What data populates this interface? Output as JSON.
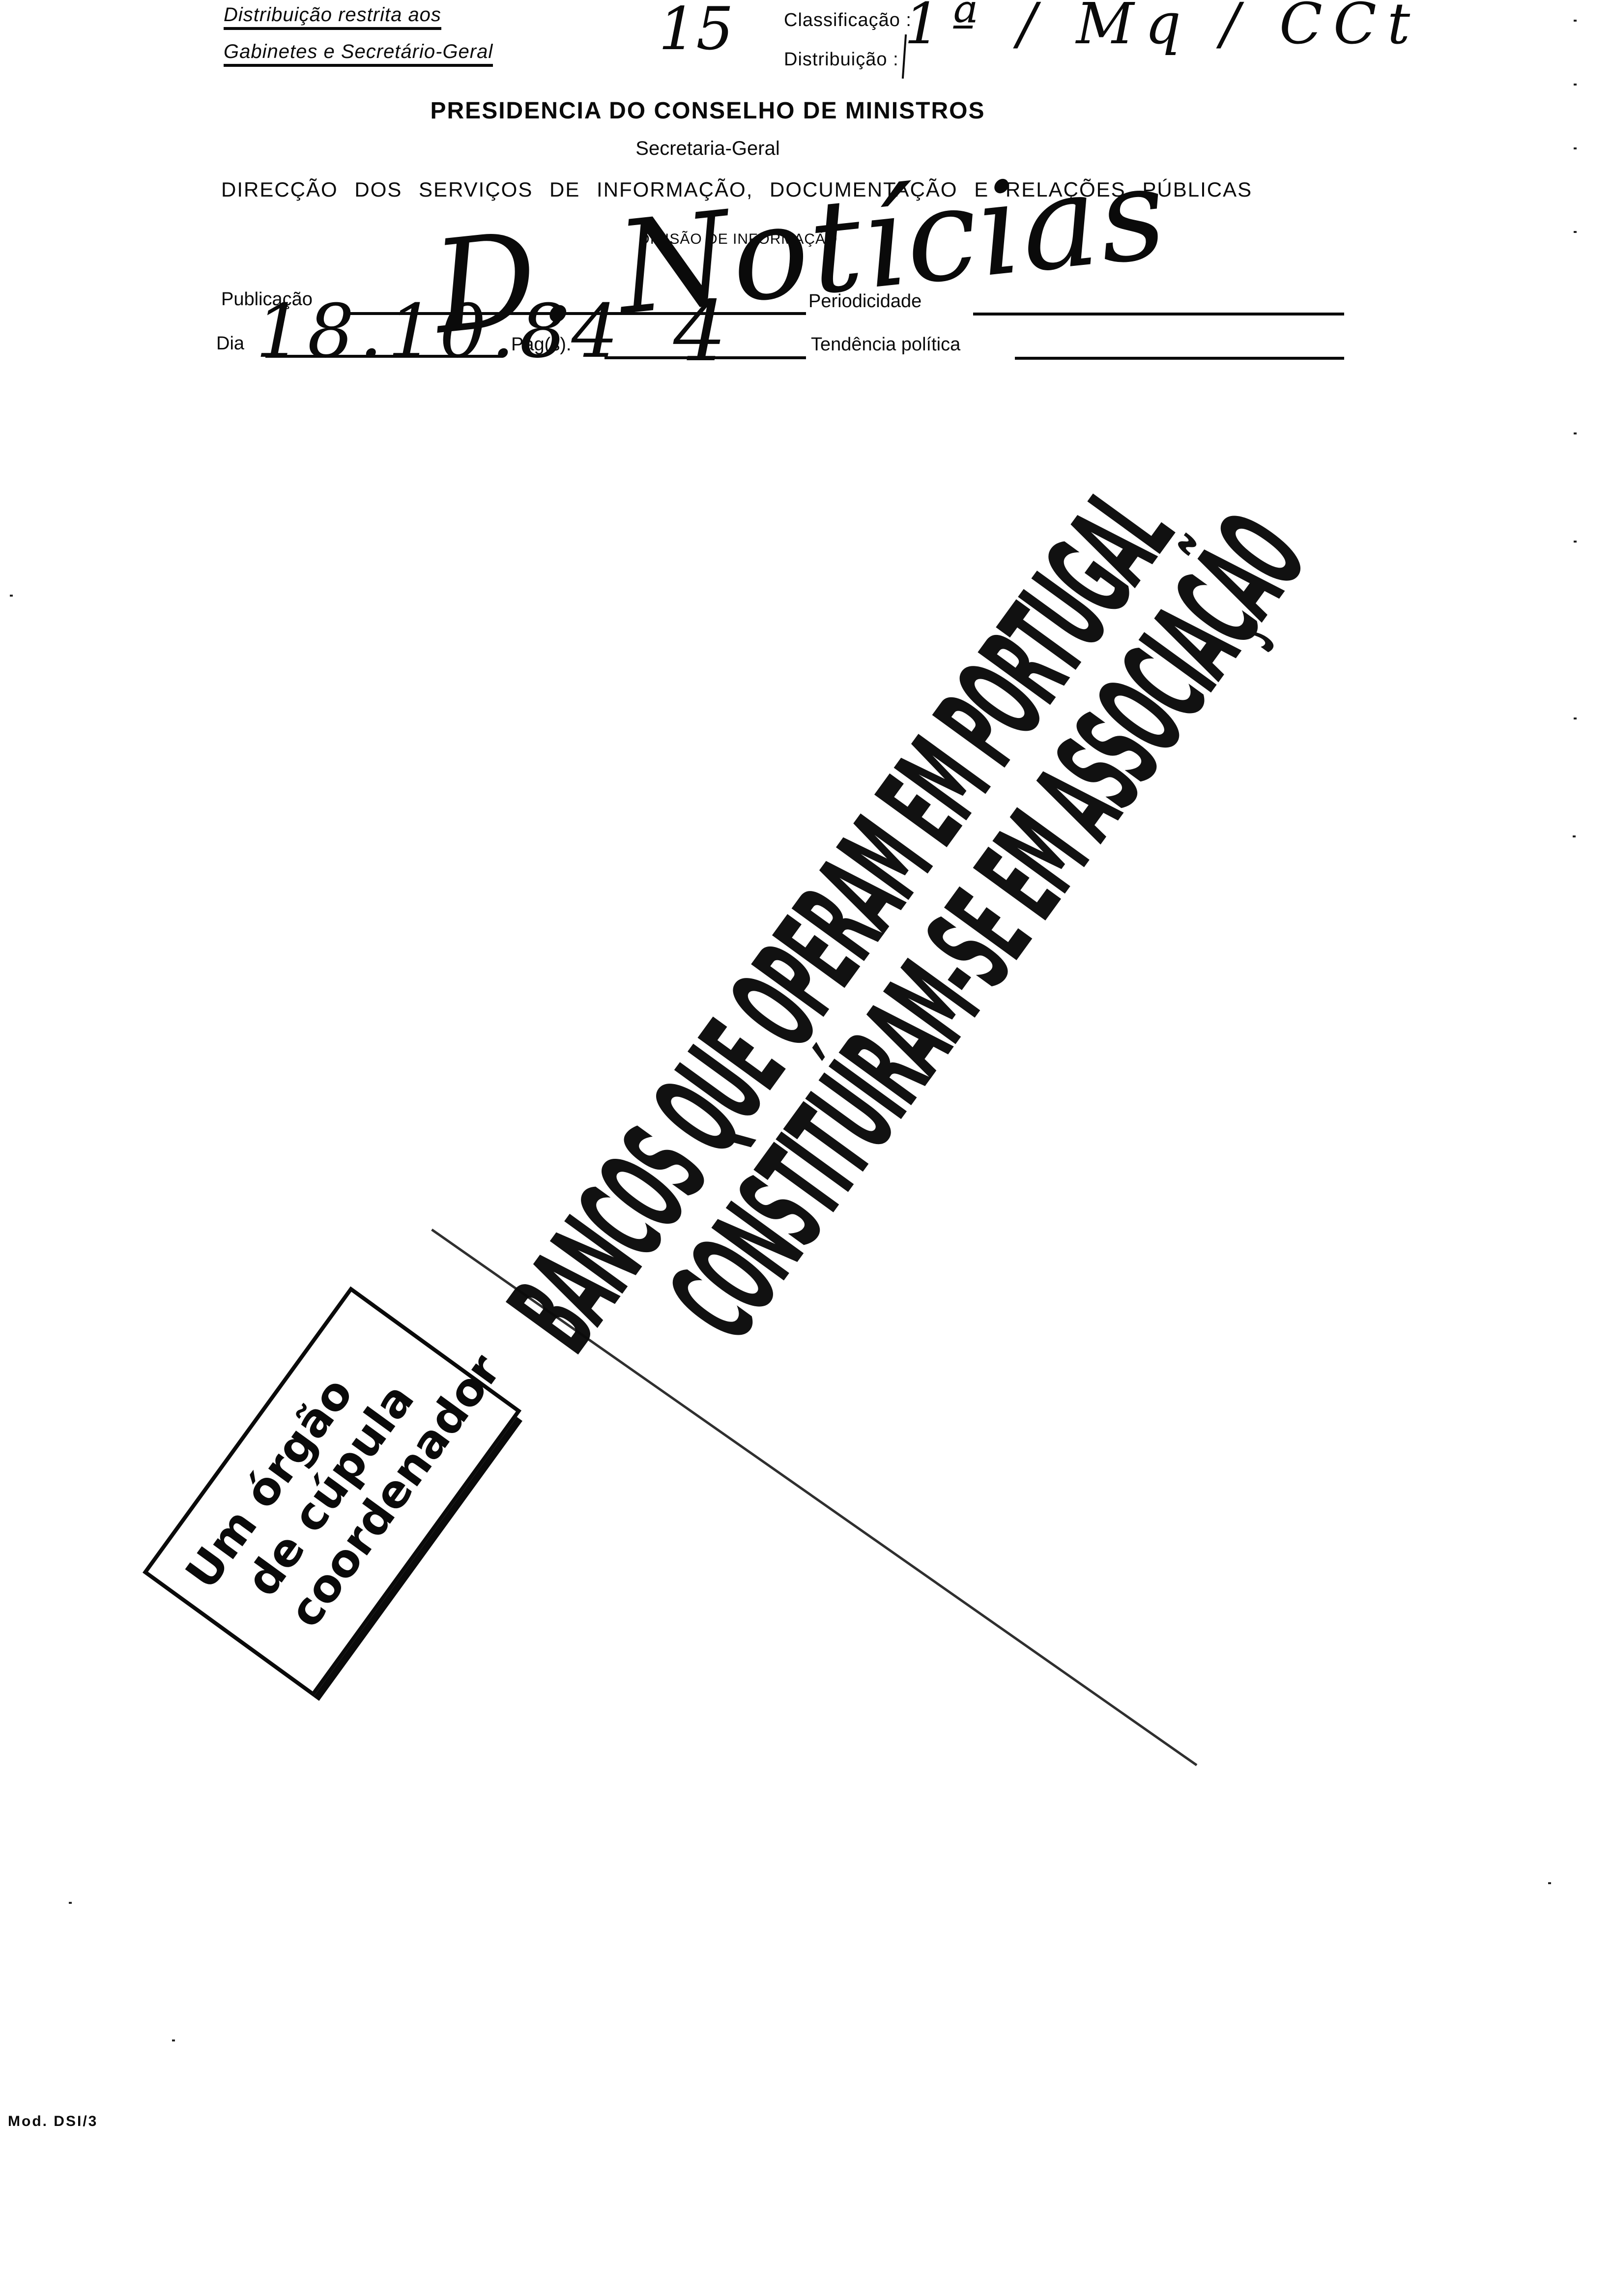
{
  "distribution": {
    "restriction_line1": "Distribuição restrita aos",
    "restriction_line2": "Gabinetes e Secretário-Geral",
    "handwritten_number": "15",
    "classification_label": "Classificação :",
    "classification_value_handwritten": "1ª / Mq / CCt",
    "distribution_label": "Distribuição :",
    "distribution_value_handwritten": ""
  },
  "header": {
    "organization": "PRESIDENCIA DO CONSELHO DE MINISTROS",
    "secretariat": "Secretaria-Geral",
    "directorate": "DIRECÇÃO DOS SERVIÇOS DE INFORMAÇÃO, DOCUMENTAÇÃO E RELAÇÕES PÚBLICAS",
    "division": "DIVISÃO DE INFORMAÇÃO"
  },
  "form": {
    "publication_label": "Publicação",
    "publication_value": "D. Notícias",
    "periodicity_label": "Periodicidade",
    "periodicity_value": "",
    "day_label": "Dia",
    "day_value": "18.10.84",
    "pages_label": "Pág(s).",
    "pages_value": "4",
    "political_tendency_label": "Tendência política",
    "political_tendency_value": ""
  },
  "article": {
    "headline_line1": "BANCOS QUE OPERAM EM PORTUGAL",
    "headline_line2": "CONSTITUÍRAM-SE EM ASSOCIAÇÃO",
    "subheading_line1": "Um órgão",
    "subheading_line2": "de cúpula",
    "subheading_line3": "coordenador"
  },
  "footer": {
    "form_code": "Mod. DSI/3"
  }
}
